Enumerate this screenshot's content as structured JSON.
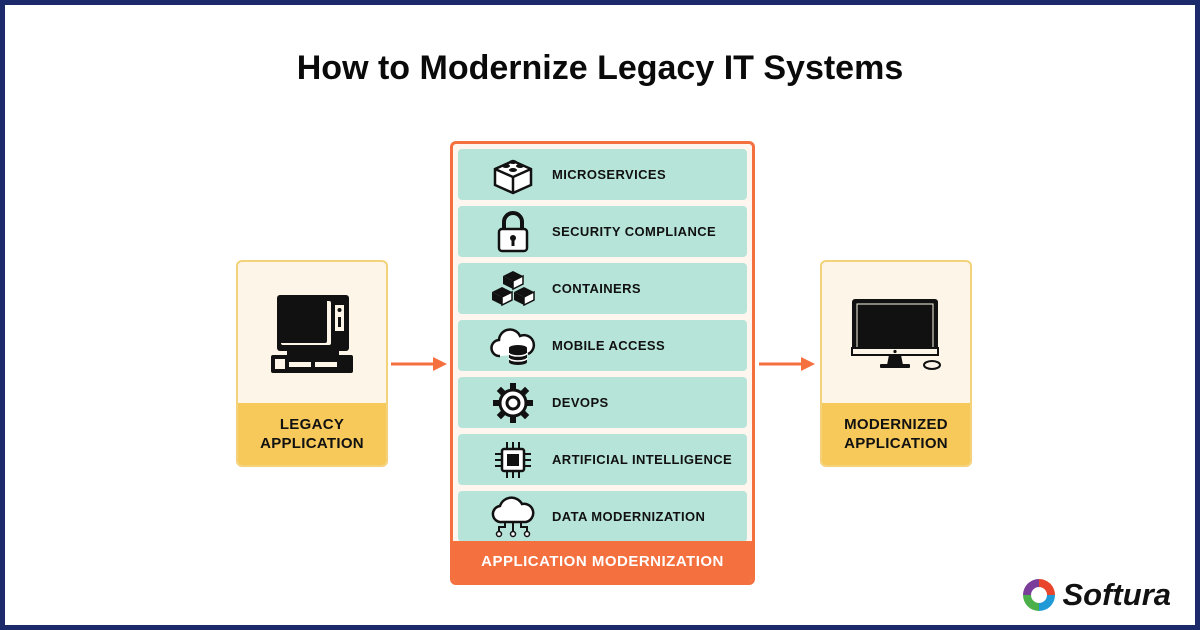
{
  "title": "How to Modernize Legacy IT Systems",
  "legacy": {
    "label": "LEGACY APPLICATION",
    "icon": "legacy-computer-icon"
  },
  "modernized": {
    "label": "MODERNIZED APPLICATION",
    "icon": "modern-monitor-icon"
  },
  "modernization": {
    "footer": "APPLICATION MODERNIZATION",
    "items": [
      {
        "label": "MICROSERVICES",
        "icon": "lego-brick-icon"
      },
      {
        "label": "SECURITY COMPLIANCE",
        "icon": "padlock-icon"
      },
      {
        "label": "CONTAINERS",
        "icon": "stacked-cubes-icon"
      },
      {
        "label": "MOBILE ACCESS",
        "icon": "cloud-database-icon"
      },
      {
        "label": "DEVOPS",
        "icon": "gear-icon"
      },
      {
        "label": "ARTIFICIAL INTELLIGENCE",
        "icon": "chip-icon"
      },
      {
        "label": "DATA MODERNIZATION",
        "icon": "cloud-network-icon"
      }
    ]
  },
  "brand": {
    "name": "Softura",
    "logo": "softura-logo-icon"
  },
  "colors": {
    "frame": "#1c2a6b",
    "accent": "#f4703f",
    "side_card_fill": "#fdf6e8",
    "side_card_label": "#f6c95a",
    "item_fill": "#b6e4d9"
  }
}
